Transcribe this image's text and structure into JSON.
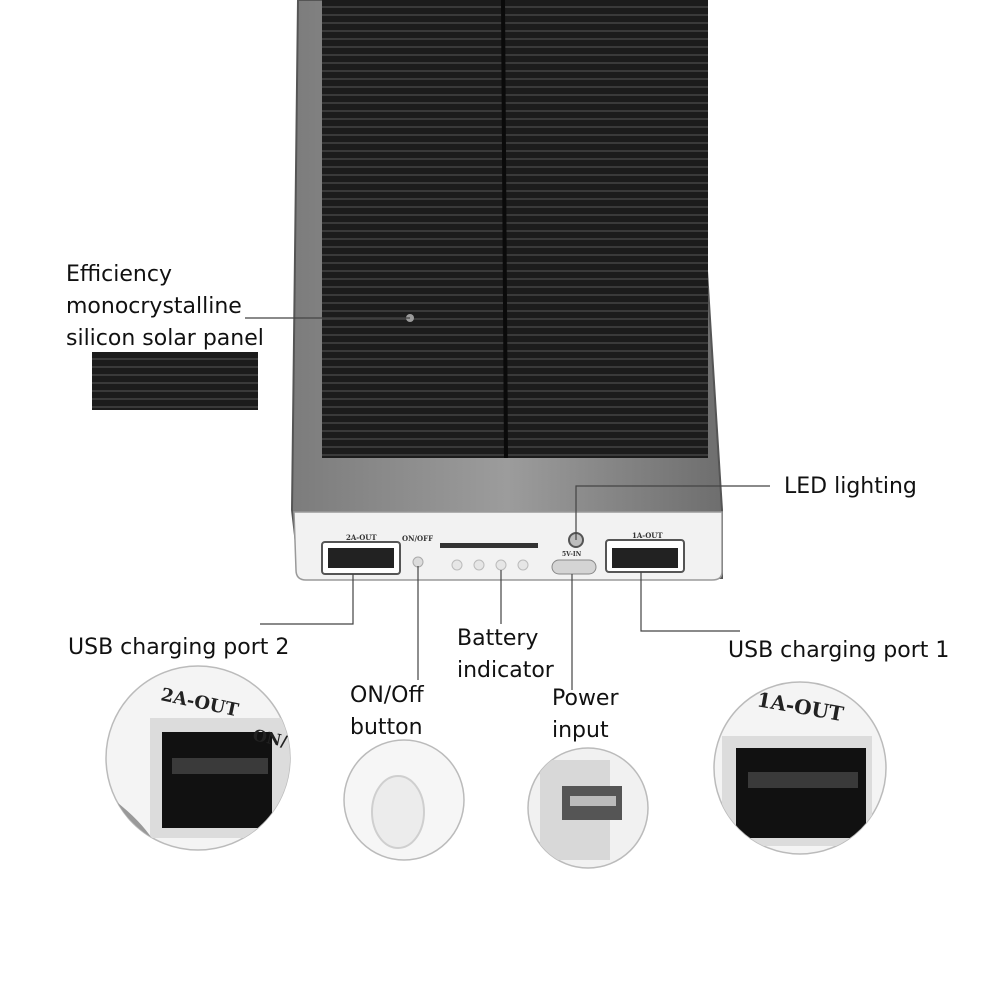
{
  "callouts": {
    "solar_panel": {
      "line1": "Efficiency",
      "line2": "monocrystalline",
      "line3": "silicon solar panel"
    },
    "led_lighting": "LED lighting",
    "usb_port_2": "USB charging port 2",
    "usb_port_1": "USB charging port 1",
    "battery_indicator": {
      "line1": "Battery",
      "line2": "indicator"
    },
    "on_off_button": {
      "line1": "ON/Off",
      "line2": "button"
    },
    "power_input": {
      "line1": "Power",
      "line2": "input"
    }
  },
  "device_markings": {
    "port_2": "2A-OUT",
    "on_off": "ON/OFF",
    "port_1": "1A-OUT",
    "input": "5V-IN"
  },
  "zoom_markings": {
    "port_2": "2A-OUT",
    "port_1": "1A-OUT",
    "on_fragment": "ON/"
  }
}
